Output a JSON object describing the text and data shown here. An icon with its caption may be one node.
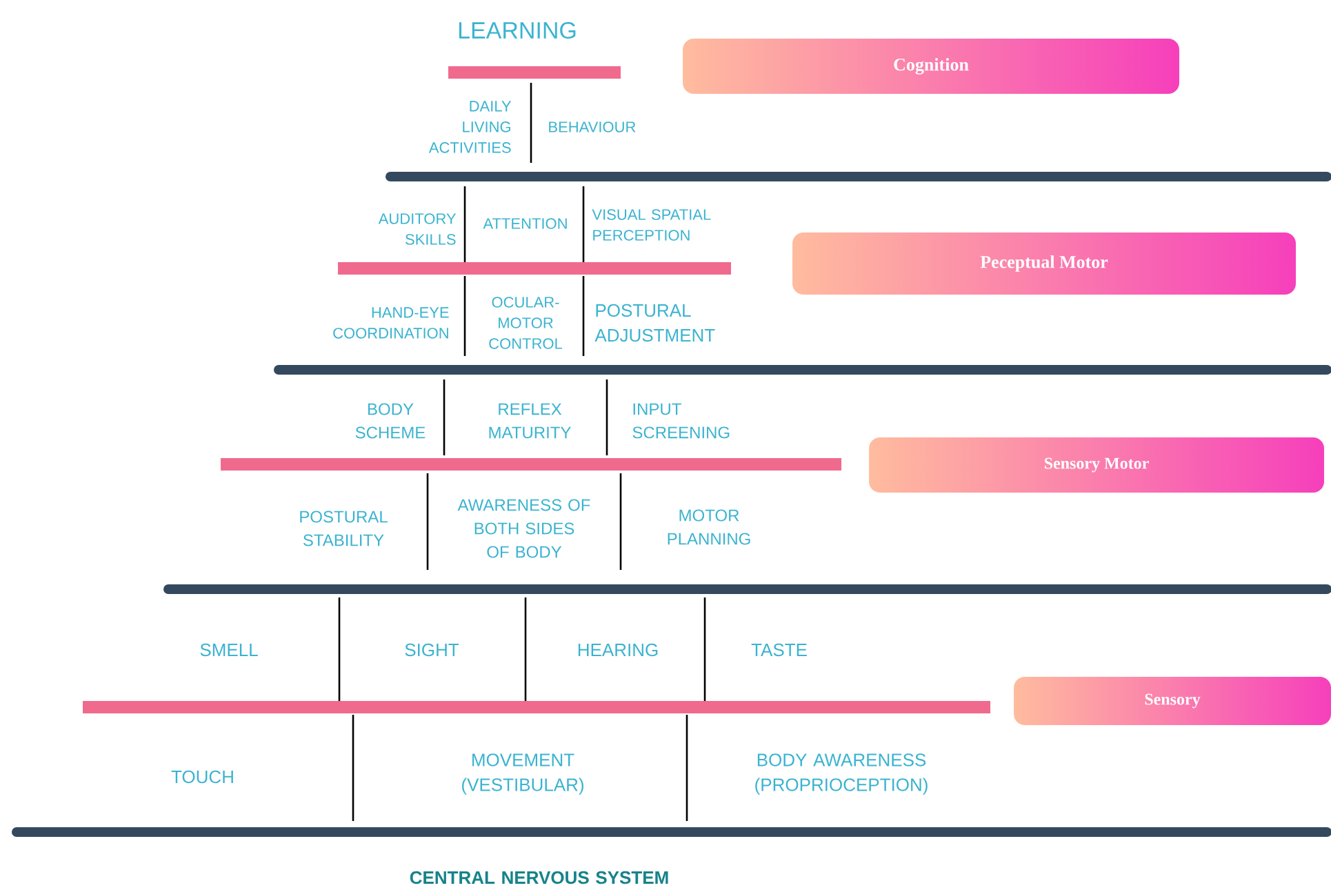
{
  "diagram": {
    "nodes": [
      {
        "text": [
          "Cognition"
        ]
      },
      {
        "text": [
          "Peceptual Motor"
        ]
      },
      {
        "text": [
          "Sensory Motor"
        ]
      },
      {
        "text": [
          "Sensory"
        ]
      }
    ],
    "labels": [
      "LEARNING",
      "DAILY LIVING ACTIVITIES",
      "BEHAVIOUR",
      "AUDITORY SKILLS",
      "ATTENTION",
      "VISUAL SPATIAL PERCEPTION",
      "HAND-EYE COORDINATION",
      "OCULAR- MOTOR CONTROL",
      "POSTURAL ADJUSTMENT",
      "BODY SCHEME",
      "REFLEX MATURITY",
      "INPUT SCREENING",
      "POSTURAL STABILITY",
      "AWARENESS OF BOTH SIDES OF BODY",
      "MOTOR PLANNING",
      "SMELL",
      "SIGHT",
      "HEARING",
      "TASTE",
      "TOUCH",
      "MOVEMENT (VESTIBULAR)",
      "BODY AWARENESS (PROPRIOCEPTION)",
      "CENTRAL NERVOUS SYSTEM"
    ]
  }
}
